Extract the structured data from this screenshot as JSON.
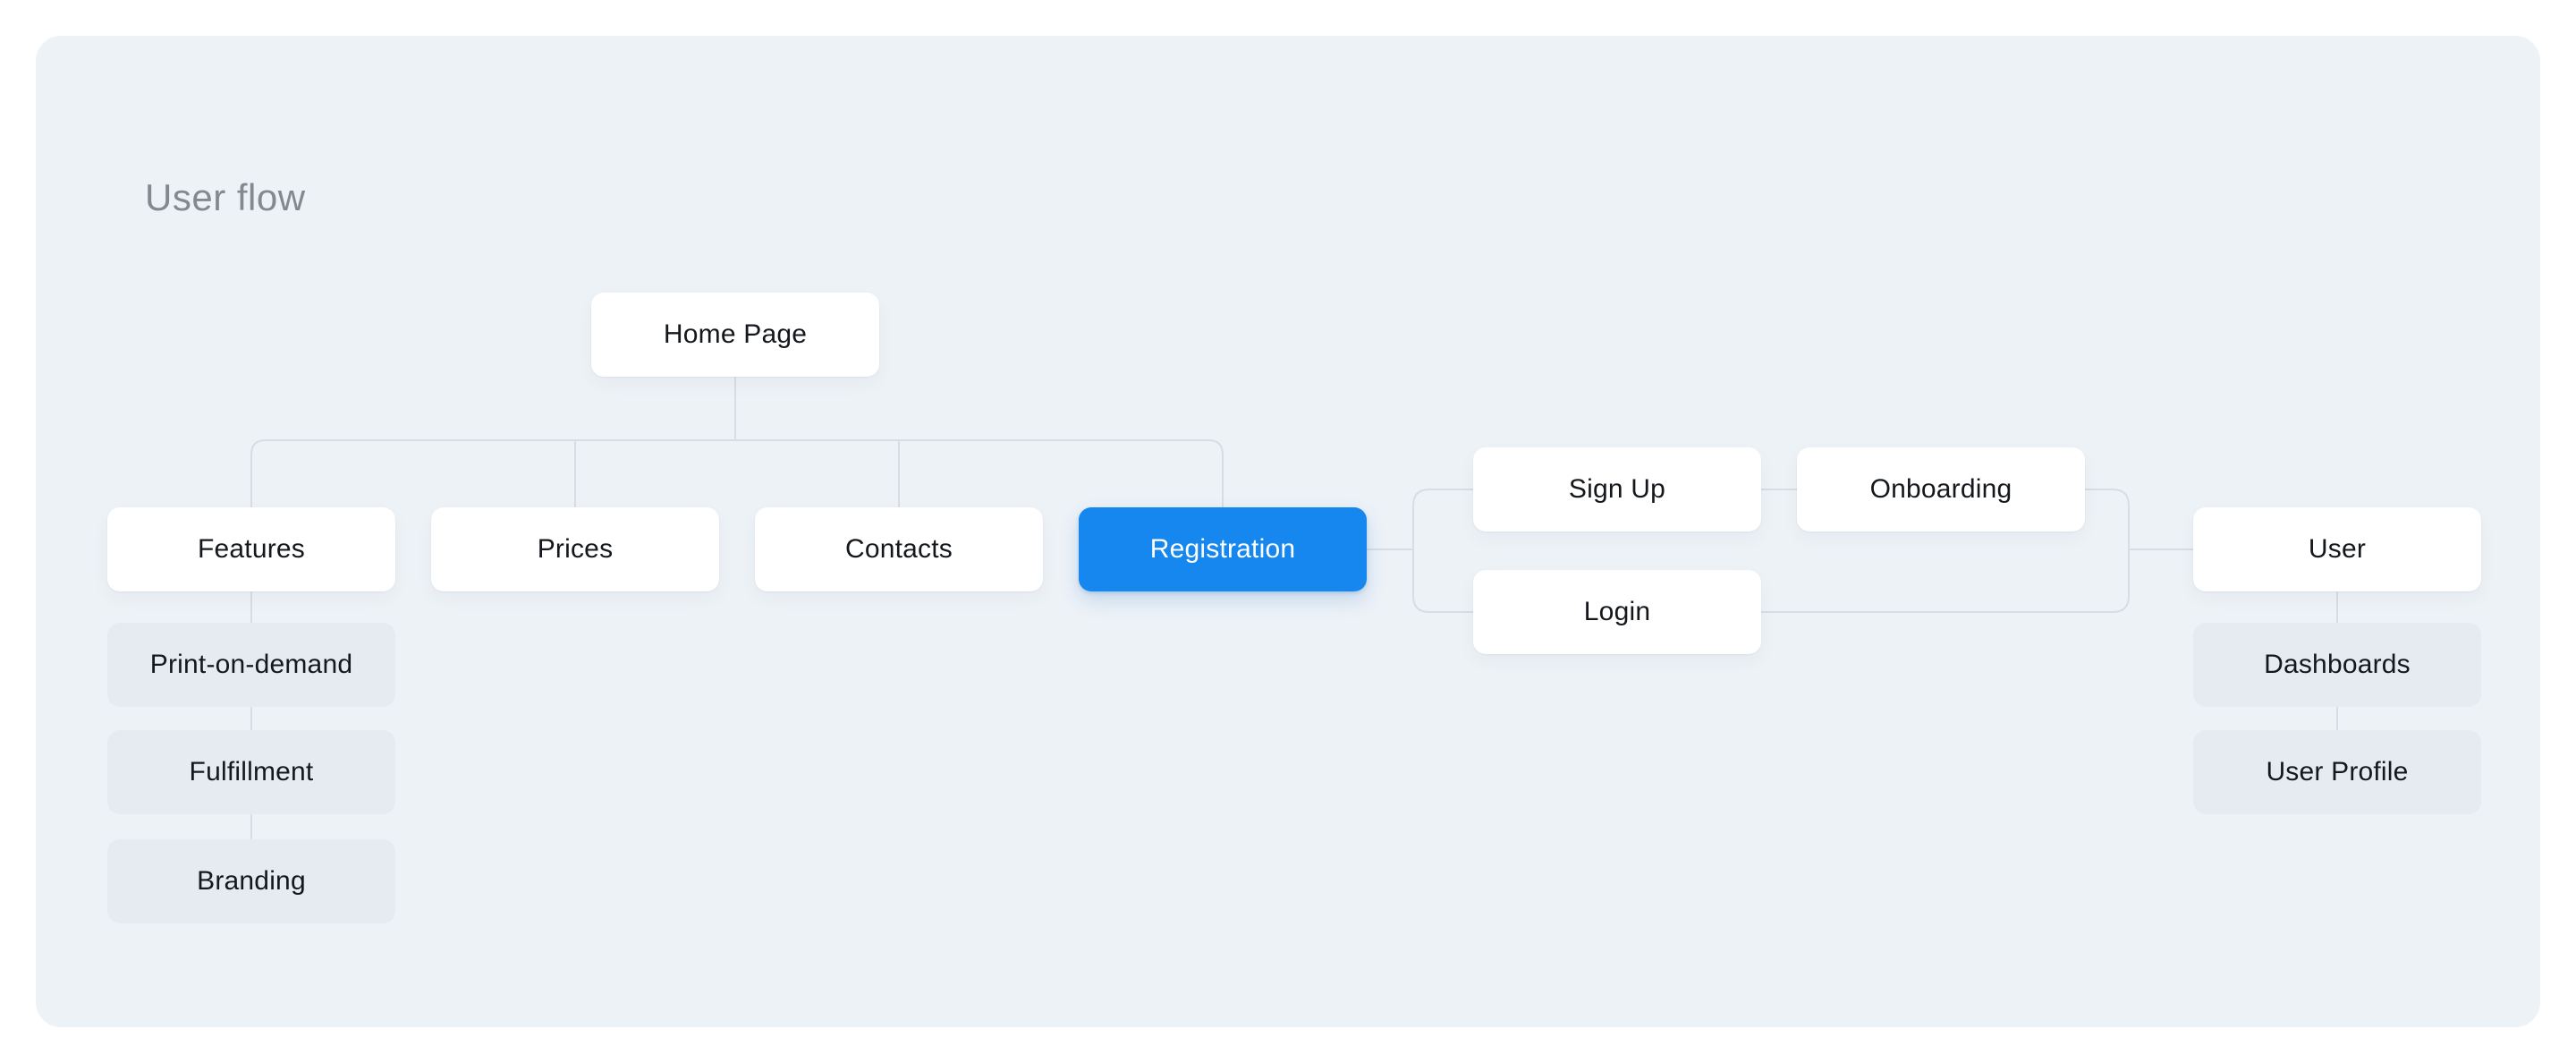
{
  "title": "User flow",
  "colors": {
    "page_background": "#ffffff",
    "panel_background": "#edf2f7",
    "title_text": "#85898f",
    "node_text": "#14181c",
    "node_white": "#ffffff",
    "node_gray": "#e6ebf2",
    "accent_blue": "#1587ee",
    "accent_text": "#ffffff",
    "connector_line": "#d9dde3"
  },
  "nodes": {
    "home": {
      "label": "Home Page",
      "variant": "white"
    },
    "features": {
      "label": "Features",
      "variant": "white"
    },
    "prices": {
      "label": "Prices",
      "variant": "white"
    },
    "contacts": {
      "label": "Contacts",
      "variant": "white"
    },
    "registration": {
      "label": "Registration",
      "variant": "accent",
      "highlighted": true
    },
    "sign_up": {
      "label": "Sign Up",
      "variant": "white"
    },
    "onboarding": {
      "label": "Onboarding",
      "variant": "white"
    },
    "login": {
      "label": "Login",
      "variant": "white"
    },
    "user": {
      "label": "User",
      "variant": "white"
    },
    "print_on_demand": {
      "label": "Print-on-demand",
      "variant": "gray"
    },
    "fulfillment": {
      "label": "Fulfillment",
      "variant": "gray"
    },
    "branding": {
      "label": "Branding",
      "variant": "gray"
    },
    "dashboards": {
      "label": "Dashboards",
      "variant": "gray"
    },
    "user_profile": {
      "label": "User Profile",
      "variant": "gray"
    }
  }
}
